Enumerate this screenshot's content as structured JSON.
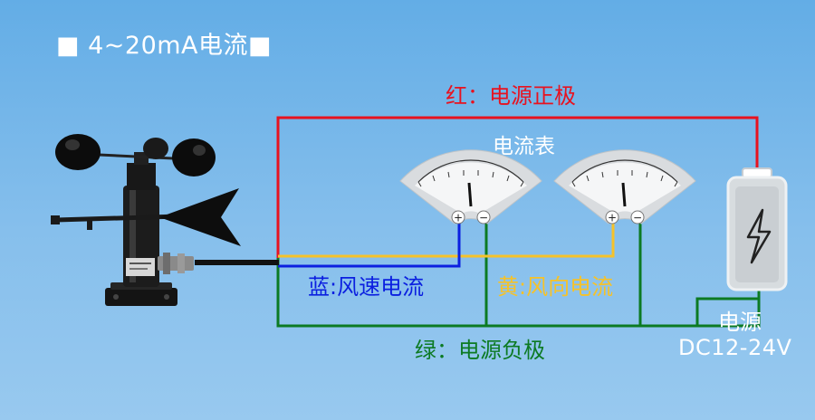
{
  "title": "■ 4~20mA电流■",
  "labels": {
    "red_wire": "红：电源正极",
    "meter_group": "电流表",
    "blue_wire": "蓝:风速电流",
    "yellow_wire": "黄:风向电流",
    "green_wire": "绿：电源负极",
    "power_label": "电源",
    "power_voltage": "DC12-24V"
  },
  "meters": [
    {
      "plus": "+",
      "minus": "−"
    },
    {
      "plus": "+",
      "minus": "−"
    }
  ],
  "colors": {
    "red_wire": "#e8121f",
    "blue_wire": "#0b1fe0",
    "yellow_wire": "#f6c229",
    "green_wire": "#0c7a23",
    "black_wire": "#111111",
    "background": "#74b5ea"
  },
  "icons": {
    "sensor": "anemometer-wind-vane-sensor",
    "battery": "battery-lightning-icon",
    "meter": "analog-ammeter-icon"
  }
}
